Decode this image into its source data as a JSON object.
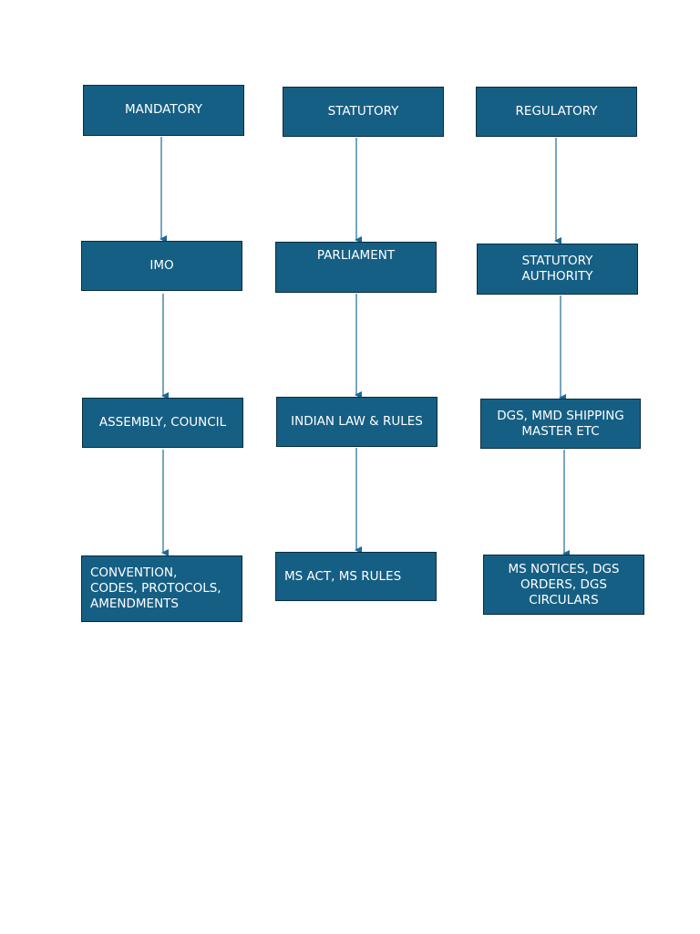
{
  "colors": {
    "box_fill": "#165f84",
    "box_border": "#0a2d40",
    "connector": "#1a6a96",
    "text": "#ffffff"
  },
  "columns": [
    {
      "id": "mandatory",
      "boxes": [
        "MANDATORY",
        "IMO",
        "ASSEMBLY, COUNCIL",
        "CONVENTION,\nCODES, PROTOCOLS,\nAMENDMENTS"
      ]
    },
    {
      "id": "statutory",
      "boxes": [
        "STATUTORY",
        "PARLIAMENT",
        "INDIAN LAW & RULES",
        "MS ACT, MS RULES"
      ]
    },
    {
      "id": "regulatory",
      "boxes": [
        "REGULATORY",
        "STATUTORY\nAUTHORITY",
        "DGS, MMD SHIPPING\nMASTER ETC",
        "MS NOTICES, DGS\nORDERS, DGS\nCIRCULARS"
      ]
    }
  ]
}
